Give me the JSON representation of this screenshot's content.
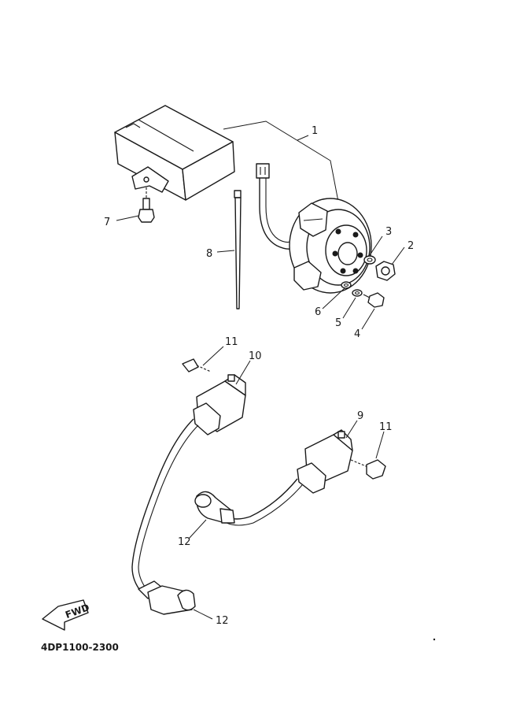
{
  "diagram": {
    "drawing_code": "4DP1100-2300",
    "fwd_label": "FWD",
    "callouts": {
      "c1": "1",
      "c2": "2",
      "c3": "3",
      "c4": "4",
      "c5": "5",
      "c6": "6",
      "c7": "7",
      "c8": "8",
      "c9": "9",
      "c10": "10",
      "c11a": "11",
      "c11b": "11",
      "c12a": "12",
      "c12b": "12"
    }
  }
}
